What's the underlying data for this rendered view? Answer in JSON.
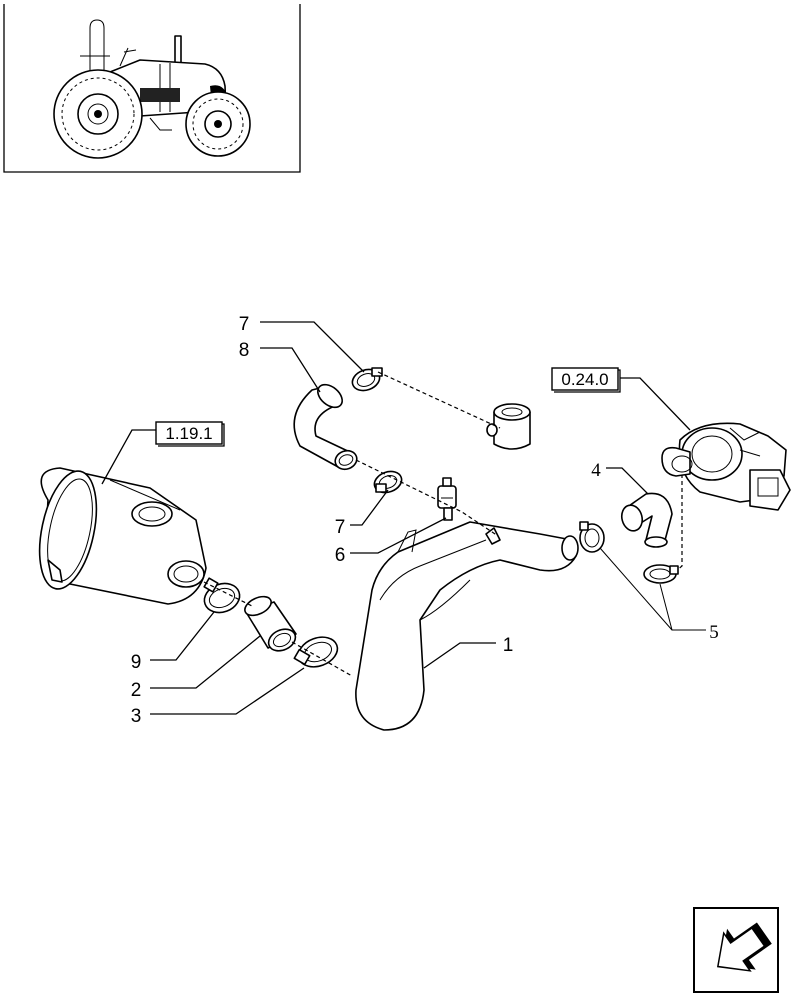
{
  "thumbnail": {
    "icon": "tractor-icon"
  },
  "references": {
    "ref_air_filter": "1.19.1",
    "ref_turbo": "0.24.0"
  },
  "callouts": {
    "c1": "1",
    "c2": "2",
    "c3": "3",
    "c4": "4",
    "c5": "5",
    "c6": "6",
    "c7_top": "7",
    "c7_mid": "7",
    "c8": "8",
    "c9": "9"
  },
  "nav": {
    "icon": "next-page-arrow-icon"
  }
}
